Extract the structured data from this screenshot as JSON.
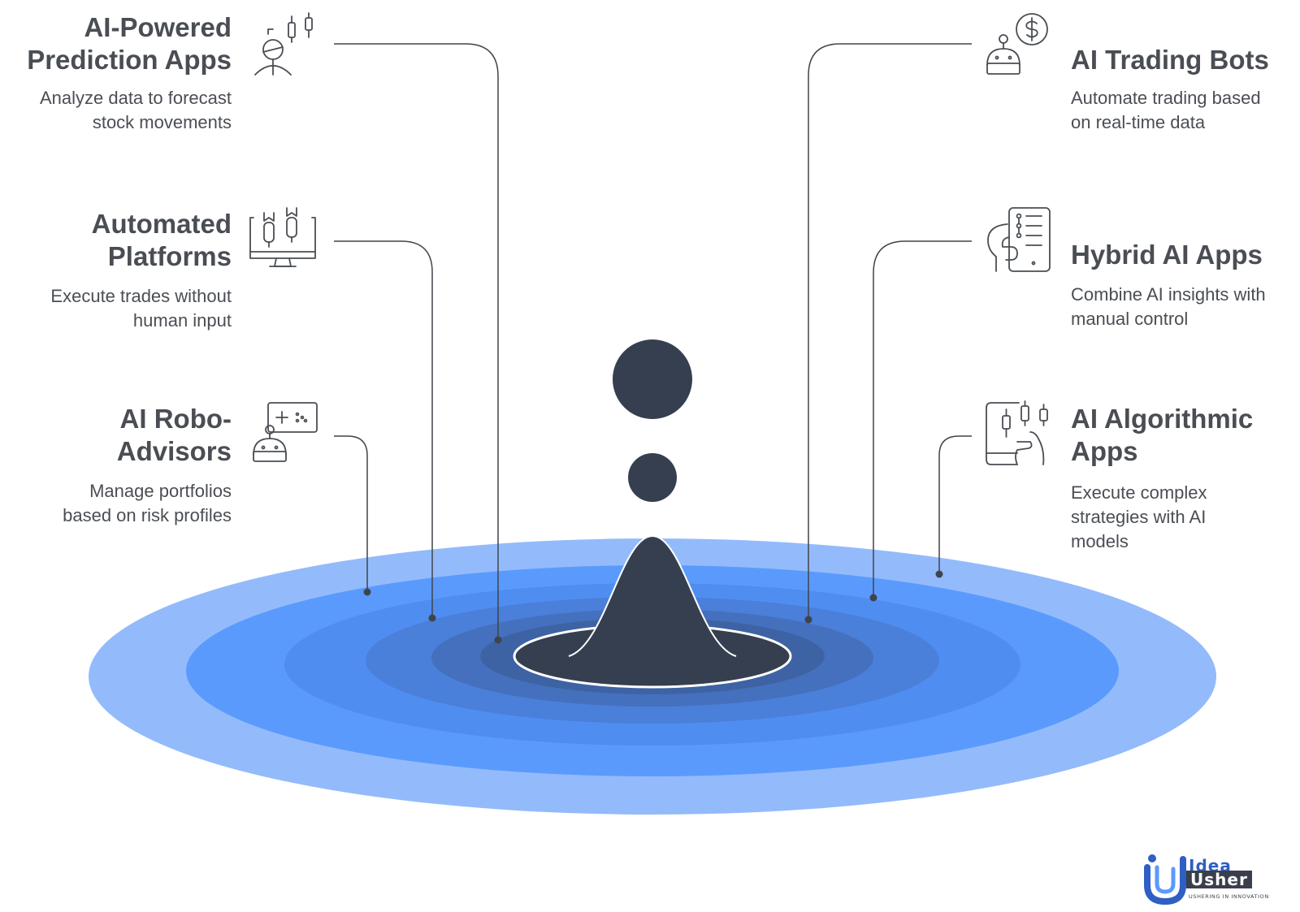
{
  "items": [
    {
      "id": "ai-powered-prediction-apps",
      "side": "left",
      "title_lines": [
        "AI-Powered",
        "Prediction Apps"
      ],
      "description_lines": [
        "Analyze data to forecast",
        "stock movements"
      ],
      "icon": "person-candlestick-icon"
    },
    {
      "id": "automated-platforms",
      "side": "left",
      "title_lines": [
        "Automated",
        "Platforms"
      ],
      "description_lines": [
        "Execute trades without",
        "human input"
      ],
      "icon": "monitor-candlestick-icon"
    },
    {
      "id": "ai-robo-advisors",
      "side": "left",
      "title_lines": [
        "AI Robo-",
        "Advisors"
      ],
      "description_lines": [
        "Manage portfolios",
        "based on risk profiles"
      ],
      "icon": "robot-chat-icon"
    },
    {
      "id": "ai-trading-bots",
      "side": "right",
      "title_lines": [
        "AI Trading Bots"
      ],
      "description_lines": [
        "Automate trading based",
        "on real-time data"
      ],
      "icon": "robot-dollar-icon"
    },
    {
      "id": "hybrid-ai-apps",
      "side": "right",
      "title_lines": [
        "Hybrid AI Apps"
      ],
      "description_lines": [
        "Combine AI insights with",
        "manual control"
      ],
      "icon": "hand-phone-icon"
    },
    {
      "id": "ai-algorithmic-apps",
      "side": "right",
      "title_lines": [
        "AI Algorithmic",
        "Apps"
      ],
      "description_lines": [
        "Execute complex",
        "strategies with AI",
        "models"
      ],
      "icon": "phone-candlestick-icon"
    }
  ],
  "logo": {
    "line1": "Idea",
    "line2": "Usher",
    "tagline": "USHERING IN INNOVATION"
  },
  "colors": {
    "text": "#4a4e54",
    "drop": "#363f4f",
    "ripple_outer": "#93bbfb",
    "ripple_mid": "#5b9afd",
    "ripple_inner": "#4a83e0",
    "ripple_center": "#3e64a6",
    "connector": "#3f444b",
    "icon_stroke": "#4a4e54"
  }
}
